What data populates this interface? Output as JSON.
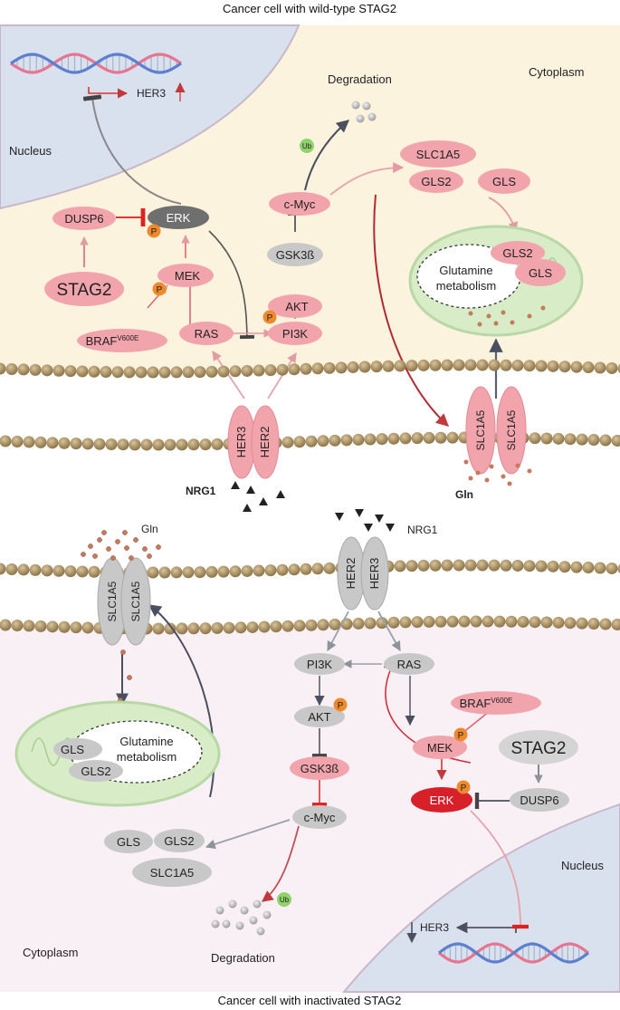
{
  "titles": {
    "top": "Cancer cell with wild-type STAG2",
    "bottom": "Cancer cell with inactivated STAG2"
  },
  "colors": {
    "top_cytoplasm": "#fcf3de",
    "bottom_cytoplasm": "#f9f0f6",
    "nucleus": "#d9e1ef",
    "pink_node": "#f2a4ad",
    "grey_node": "#c8c8c8",
    "dark_node": "#6f6f6f",
    "erk_active": "#d8202a",
    "phospho": "#ef8a2c",
    "ubiquitin": "#8fd16b",
    "mitochondria": "#d8ecc8",
    "membrane": "#a58b5c",
    "red_arrow": "#cc3333",
    "dark_arrow": "#4a5060"
  },
  "top": {
    "compartments": {
      "nucleus": "Nucleus",
      "cytoplasm": "Cytoplasm",
      "degradation": "Degradation"
    },
    "gene": "HER3",
    "gene_change": "up",
    "nodes": {
      "dusp6": "DUSP6",
      "erk": "ERK",
      "stag2": "STAG2",
      "mek": "MEK",
      "braf": "BRAF",
      "braf_sup": "V600E",
      "ras": "RAS",
      "pi3k": "PI3K",
      "akt": "AKT",
      "gsk3b": "GSK3ß",
      "cmyc": "c-Myc",
      "slc1a5": "SLC1A5",
      "gls2": "GLS2",
      "gls": "GLS"
    },
    "mito": {
      "label_line1": "Glutamine",
      "label_line2": "metabolism",
      "gls2": "GLS2",
      "gls": "GLS"
    },
    "receptors": {
      "her3": "HER3",
      "her2": "HER2",
      "slc_a": "SLC1A5",
      "slc_b": "SLC1A5"
    },
    "ligand": "NRG1",
    "gln": "Gln",
    "ub": "Ub",
    "phospho": "P"
  },
  "bottom": {
    "compartments": {
      "nucleus": "Nucleus",
      "cytoplasm": "Cytoplasm",
      "degradation": "Degradation"
    },
    "gene": "HER3",
    "gene_change": "down",
    "nodes": {
      "pi3k": "PI3K",
      "ras": "RAS",
      "akt": "AKT",
      "braf": "BRAF",
      "braf_sup": "V600E",
      "mek": "MEK",
      "stag2": "STAG2",
      "gsk3b": "GSK3ß",
      "erk": "ERK",
      "dusp6": "DUSP6",
      "cmyc": "c-Myc",
      "gls": "GLS",
      "gls2": "GLS2",
      "slc1a5": "SLC1A5"
    },
    "mito": {
      "label_line1": "Glutamine",
      "label_line2": "metabolism",
      "gls": "GLS",
      "gls2": "GLS2"
    },
    "receptors": {
      "her2": "HER2",
      "her3": "HER3",
      "slc_a": "SLC1A5",
      "slc_b": "SLC1A5"
    },
    "ligand": "NRG1",
    "gln": "Gln",
    "ub": "Ub",
    "phospho": "P"
  }
}
